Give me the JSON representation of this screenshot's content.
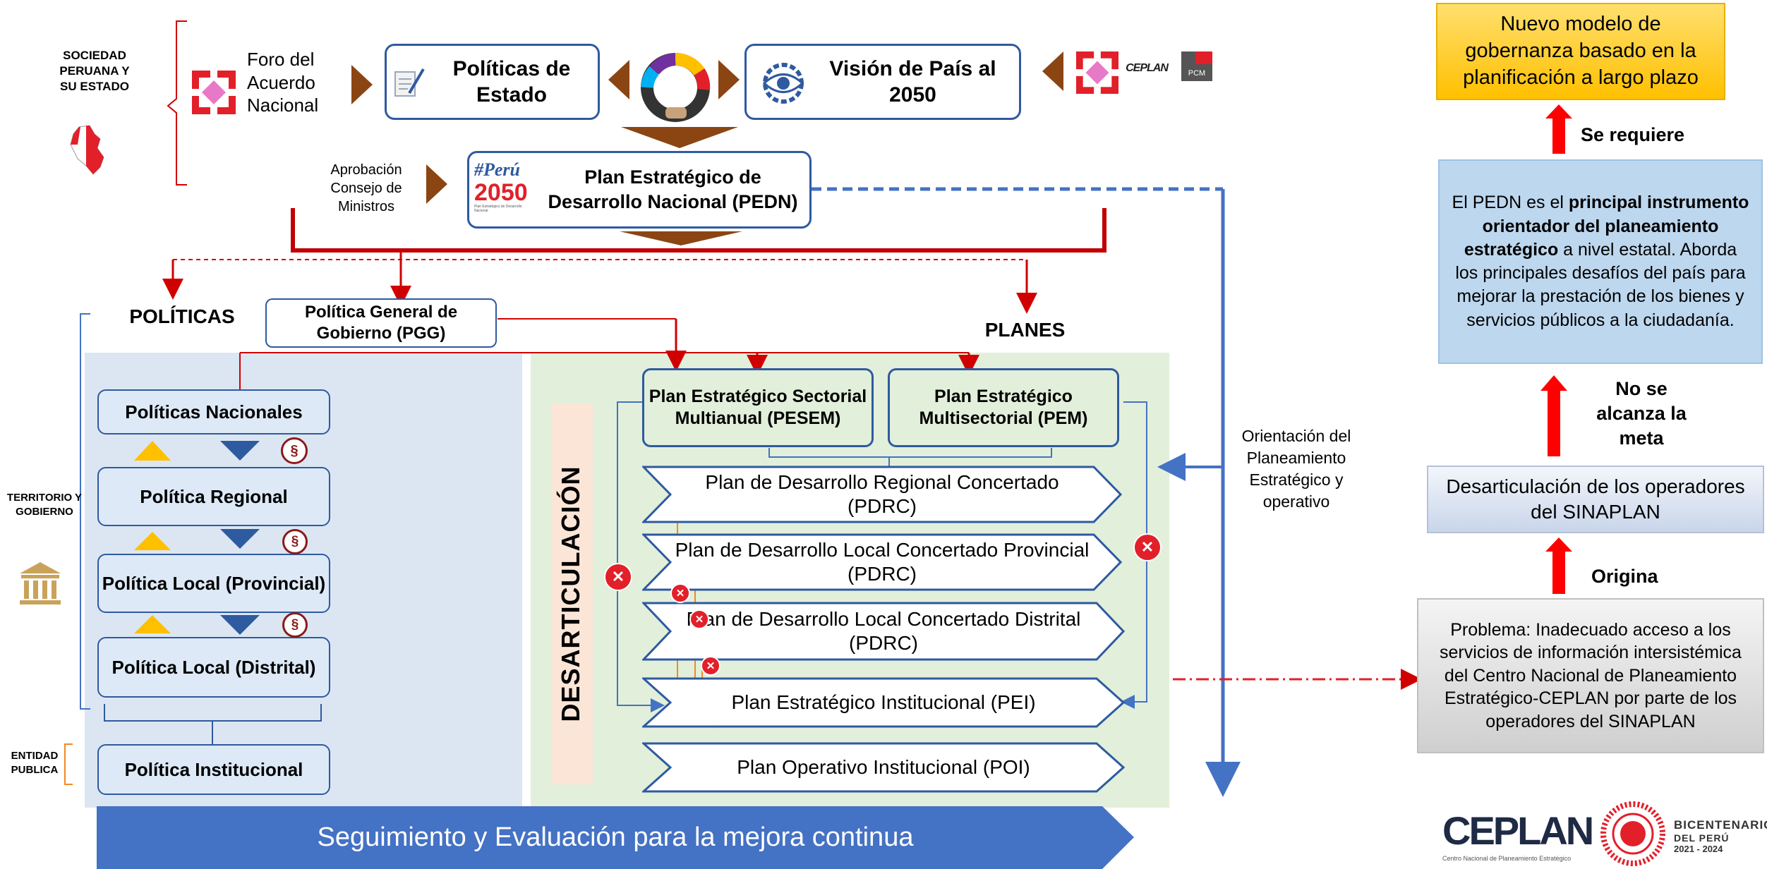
{
  "header": {
    "sociedad": "SOCIEDAD PERUANA Y SU ESTADO",
    "foro": "Foro del Acuerdo Nacional",
    "politicas_estado": "Políticas de Estado",
    "vision": "Visión de País al 2050",
    "aprobacion": "Aprobación Consejo de Ministros",
    "pedn": "Plan Estratégico de Desarrollo Nacional (PEDN)",
    "peru_logo_top": "#Perú",
    "peru_logo_year": "2050",
    "peru_logo_sub": "Plan Estratégico de Desarrollo Nacional",
    "ceplan_small": "CEPLAN",
    "pcm": "PCM"
  },
  "left": {
    "politicas_title": "POLÍTICAS",
    "pgg": "Política General de Gobierno (PGG)",
    "territorio": "TERRITORIO Y GOBIERNO",
    "entidad": "ENTIDAD PUBLICA",
    "items": [
      "Políticas Nacionales",
      "Política Regional",
      "Política Local (Provincial)",
      "Política Local (Distrital)",
      "Política Institucional"
    ]
  },
  "center": {
    "planes_title": "PLANES",
    "desarticulacion": "DESARTICULACIÓN",
    "pesem": "Plan Estratégico Sectorial Multianual (PESEM)",
    "pem": "Plan Estratégico Multisectorial (PEM)",
    "plans": [
      "Plan de Desarrollo Regional Concertado (PDRC)",
      "Plan de Desarrollo Local Concertado Provincial (PDRC)",
      "Plan de Desarrollo Local Concertado Distrital (PDRC)",
      "Plan Estratégico Institucional (PEI)",
      "Plan Operativo Institucional (POI)"
    ],
    "orientacion": "Orientación del Planeamiento Estratégico y operativo"
  },
  "footer": {
    "seguimiento": "Seguimiento y Evaluación para la mejora continua",
    "ceplan_logo": "CEPLAN",
    "ceplan_sub": "Centro Nacional de Planeamiento Estratégico",
    "bicentenario": "BICENTENARIO",
    "del_peru": "DEL PERÚ",
    "years": "2021 - 2024"
  },
  "right": {
    "nuevo_modelo": "Nuevo modelo de gobernanza basado en la planificación a largo plazo",
    "se_requiere": "Se requiere",
    "pedn_desc_1": "El PEDN  es el ",
    "pedn_desc_bold": "principal instrumento orientador del planeamiento estratégico",
    "pedn_desc_2": " a nivel estatal. Aborda los principales desafíos del país para mejorar la prestación de los bienes y servicios públicos a la ciudadanía.",
    "no_alcanza": "No se alcanza la meta",
    "desarticulacion_ops": "Desarticulación de los operadores del SINAPLAN",
    "origina": "Origina",
    "problema": "Problema: Inadecuado acceso a los servicios de información intersistémica del Centro Nacional de Planeamiento Estratégico-CEPLAN por parte de los operadores del SINAPLAN"
  },
  "colors": {
    "blue": "#2e5aa0",
    "red": "#c00000",
    "brown": "#8b4513",
    "yellow": "#ffd24a",
    "footer_blue": "#4472c4"
  }
}
